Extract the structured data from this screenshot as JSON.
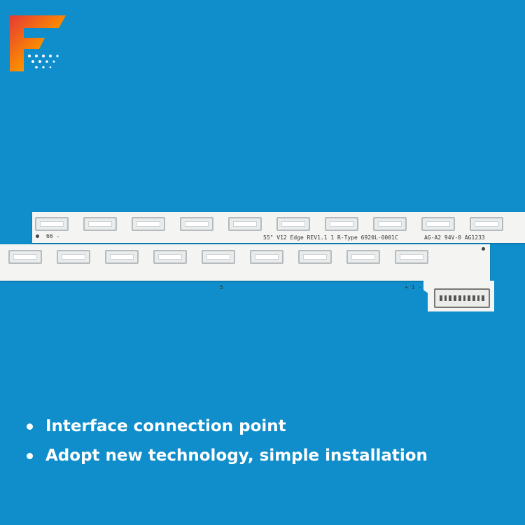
{
  "brand": {
    "logo_letter": "F",
    "colors": {
      "gradient_start": "#e53935",
      "gradient_mid": "#fb8c00",
      "gradient_end": "#fdd835",
      "dots": "#ffffff"
    }
  },
  "product": {
    "top_strip": {
      "marking_left": "66 -",
      "marking_main": "55\" V12 Edge REV1.1 1 R-Type 6920L-0001C",
      "marking_right": "AG-A2  94V-0  AG1233",
      "led_count": 10
    },
    "bottom_strip": {
      "marking_center": "5",
      "marking_right": "+ 1 -",
      "led_count": 9
    }
  },
  "features": [
    {
      "text": "Interface connection point"
    },
    {
      "text": "Adopt new technology, simple installation"
    }
  ],
  "colors": {
    "background": "#0f8ecb",
    "pcb": "#f4f5f3",
    "text": "#ffffff"
  }
}
